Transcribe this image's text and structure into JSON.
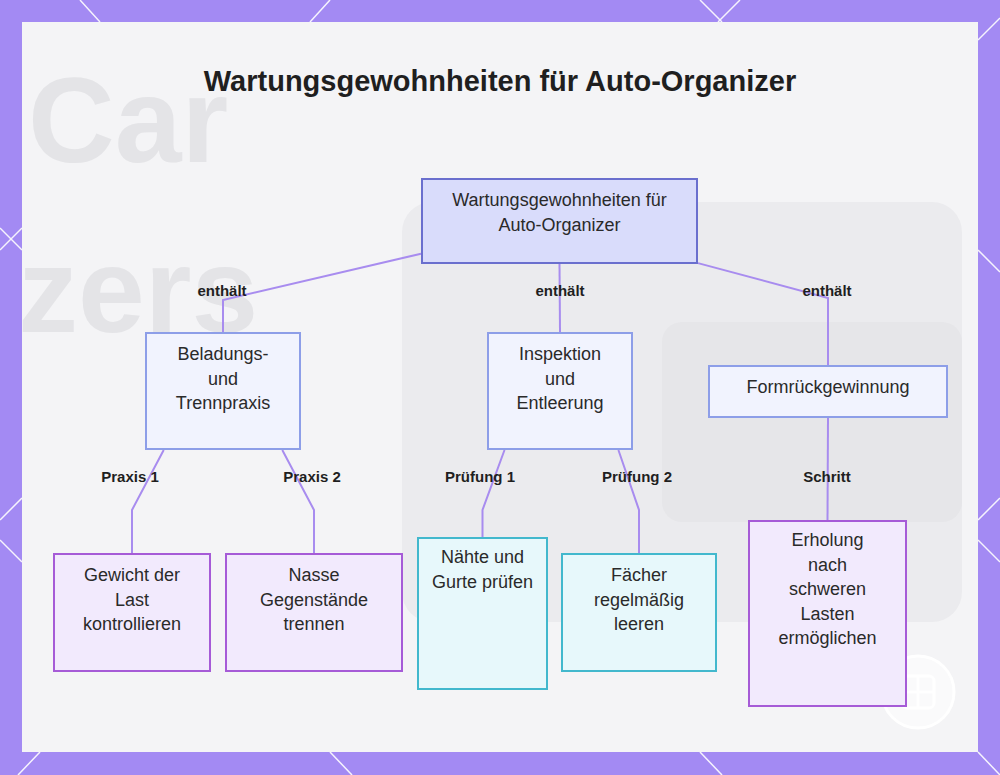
{
  "diagram": {
    "title": "Wartungsgewohnheiten für Auto-Organizer",
    "nodes": [
      {
        "text": [
          "Wartungsgewohnheiten für Auto-Organizer"
        ]
      },
      {
        "text": [
          "Beladungs- und Trennpraxis"
        ]
      },
      {
        "text": [
          "Inspektion und Entleerung"
        ]
      },
      {
        "text": [
          "Formrückgewinnung"
        ]
      },
      {
        "text": [
          "Gewicht der Last kontrollieren"
        ]
      },
      {
        "text": [
          "Nasse Gegenstände trennen"
        ]
      },
      {
        "text": [
          "Nähte und Gurte prüfen"
        ]
      },
      {
        "text": [
          "Fächer regelmäßig leeren"
        ]
      },
      {
        "text": [
          "Erholung nach schweren Lasten ermöglichen"
        ]
      }
    ],
    "edges": [
      {
        "from": 0,
        "to": 1,
        "label": "enthält",
        "arrow": "none"
      },
      {
        "from": 0,
        "to": 2,
        "label": "enthält",
        "arrow": "none"
      },
      {
        "from": 0,
        "to": 3,
        "label": "enthält",
        "arrow": "none"
      },
      {
        "from": 1,
        "to": 4,
        "label": "Praxis 1",
        "arrow": "none"
      },
      {
        "from": 1,
        "to": 5,
        "label": "Praxis 2",
        "arrow": "none"
      },
      {
        "from": 2,
        "to": 6,
        "label": "Prüfung 1",
        "arrow": "none"
      },
      {
        "from": 2,
        "to": 7,
        "label": "Prüfung 2",
        "arrow": "none"
      },
      {
        "from": 3,
        "to": 8,
        "label": "Schritt",
        "arrow": "none"
      }
    ],
    "labels": [
      "Car",
      "zers"
    ]
  }
}
